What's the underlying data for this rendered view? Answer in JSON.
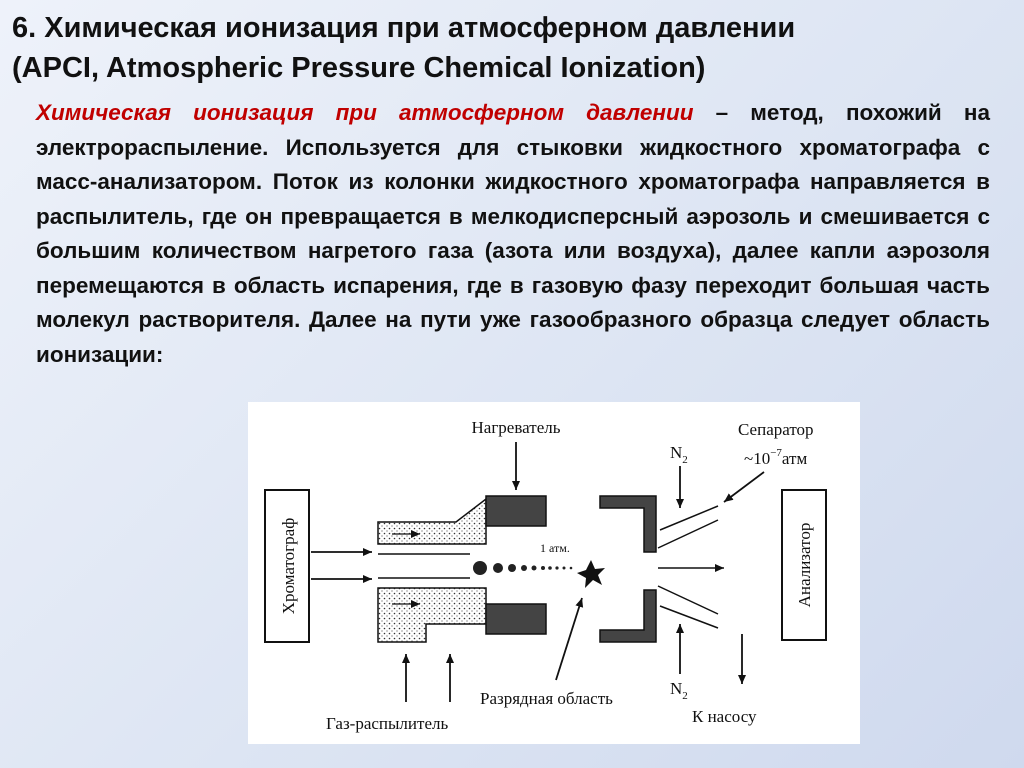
{
  "title": {
    "line1": "6. Химическая ионизация при атмосферном давлении",
    "line2": "(APCI, Atmospheric Pressure Chemical Ionization)"
  },
  "body": {
    "term": "Химическая ионизация при атмосферном давлении",
    "text": " – метод, похожий на электрораспыление. Используется для стыковки жидкостного хроматографа с масс-анализатором. Поток из колонки жидкостного хроматографа направляется в распылитель, где он превращается в мелкодисперсный аэрозоль и смешивается с большим количеством нагретого газа (азота или воздуха), далее капли аэрозоля перемещаются в область испарения, где в газовую фазу переходит большая часть молекул растворителя. Далее на пути уже газообразного образца следует область ионизации:"
  },
  "diagram": {
    "chromatograph": "Хроматограф",
    "analyzer": "Анализатор",
    "heater": "Нагреватель",
    "separator": "Сепаратор",
    "pressure_prefix": "~10",
    "pressure_exp": "−7",
    "pressure_unit": "атм",
    "n2_top": "N",
    "n2_bottom": "N",
    "n2_sub": "2",
    "atm": "1 атм.",
    "discharge": "Разрядная область",
    "pump": "К насосу",
    "gas_sprayer": "Газ-распылитель"
  }
}
